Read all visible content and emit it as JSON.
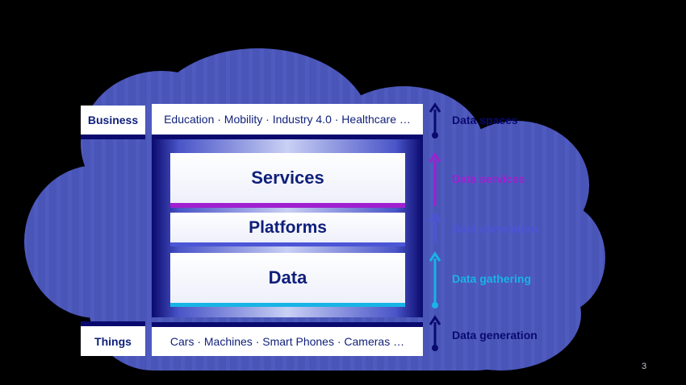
{
  "left_labels": {
    "business": "Business",
    "things": "Things"
  },
  "bars": {
    "top": "Education · Mobility · Industry 4.0 · Healthcare …",
    "bottom": "Cars · Machines · Smart Phones · Cameras …"
  },
  "layers": {
    "services": "Services",
    "platforms": "Platforms",
    "data": "Data"
  },
  "right_labels": [
    {
      "label": "Data spaces",
      "color": "#0a0a6e"
    },
    {
      "label": "Data services",
      "color": "#a020d0"
    },
    {
      "label": "Data correlation",
      "color": "#4b55d6"
    },
    {
      "label": "Data gathering",
      "color": "#18b4e6"
    },
    {
      "label": "Data generation",
      "color": "#0a0a6e"
    }
  ],
  "page_number": "3",
  "colors": {
    "cloud": "#4a55b8",
    "navy": "#0a0a6e",
    "text": "#0f1f7a"
  }
}
